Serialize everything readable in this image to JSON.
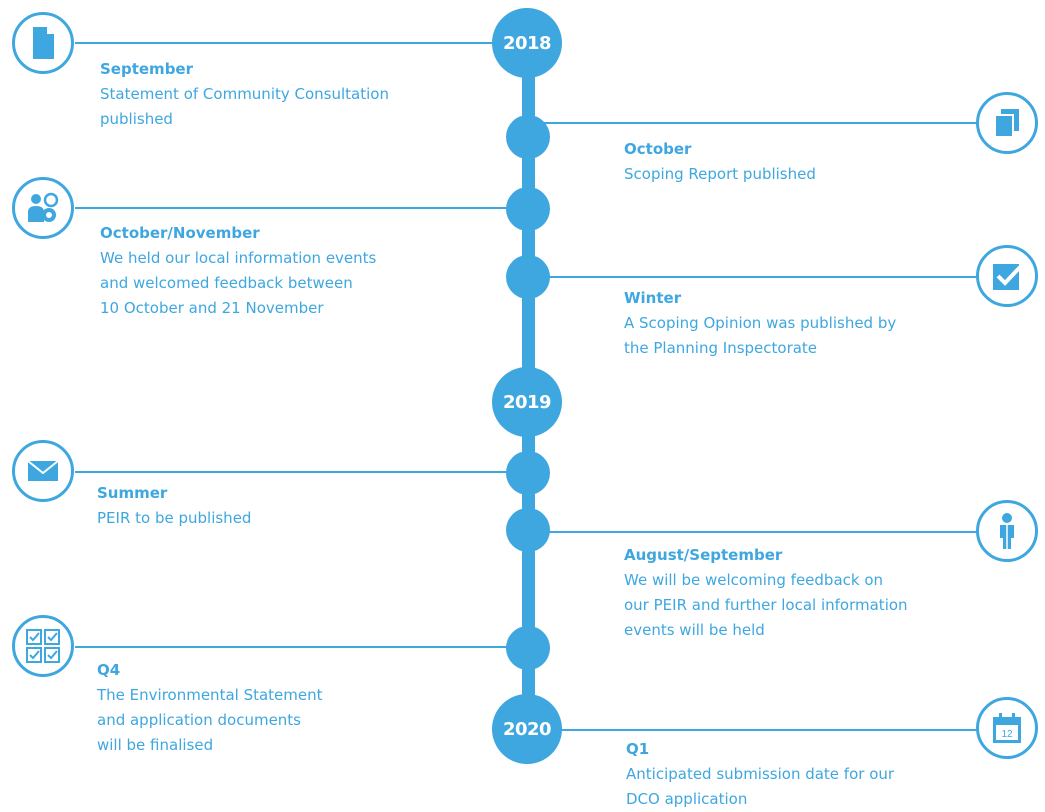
{
  "colors": {
    "accent": "#3ea7e0",
    "background": "#ffffff"
  },
  "years": [
    "2018",
    "2019",
    "2020"
  ],
  "events": [
    {
      "label": "September",
      "text": "Statement of Community Consultation\npublished",
      "icon": "document-icon"
    },
    {
      "label": "October",
      "text": "Scoping Report published",
      "icon": "documents-stack-icon"
    },
    {
      "label": "October/November",
      "text": "We held our local information events\nand welcomed feedback between\n10 October and 21 November",
      "icon": "people-feedback-icon"
    },
    {
      "label": "Winter",
      "text": "A Scoping Opinion was published by\nthe Planning Inspectorate",
      "icon": "checkbox-icon"
    },
    {
      "label": "Summer",
      "text": "PEIR to be published",
      "icon": "envelope-icon"
    },
    {
      "label": "August/September",
      "text": "We will be welcoming feedback on\nour PEIR and further local information\nevents will be held",
      "icon": "person-icon"
    },
    {
      "label": "Q4",
      "text": "The Environmental Statement\nand application documents\nwill be finalised",
      "icon": "checklist-icon"
    },
    {
      "label": "Q1",
      "text": "Anticipated submission date for our\nDCO application",
      "icon": "calendar-icon",
      "calendar_day": "12"
    }
  ]
}
